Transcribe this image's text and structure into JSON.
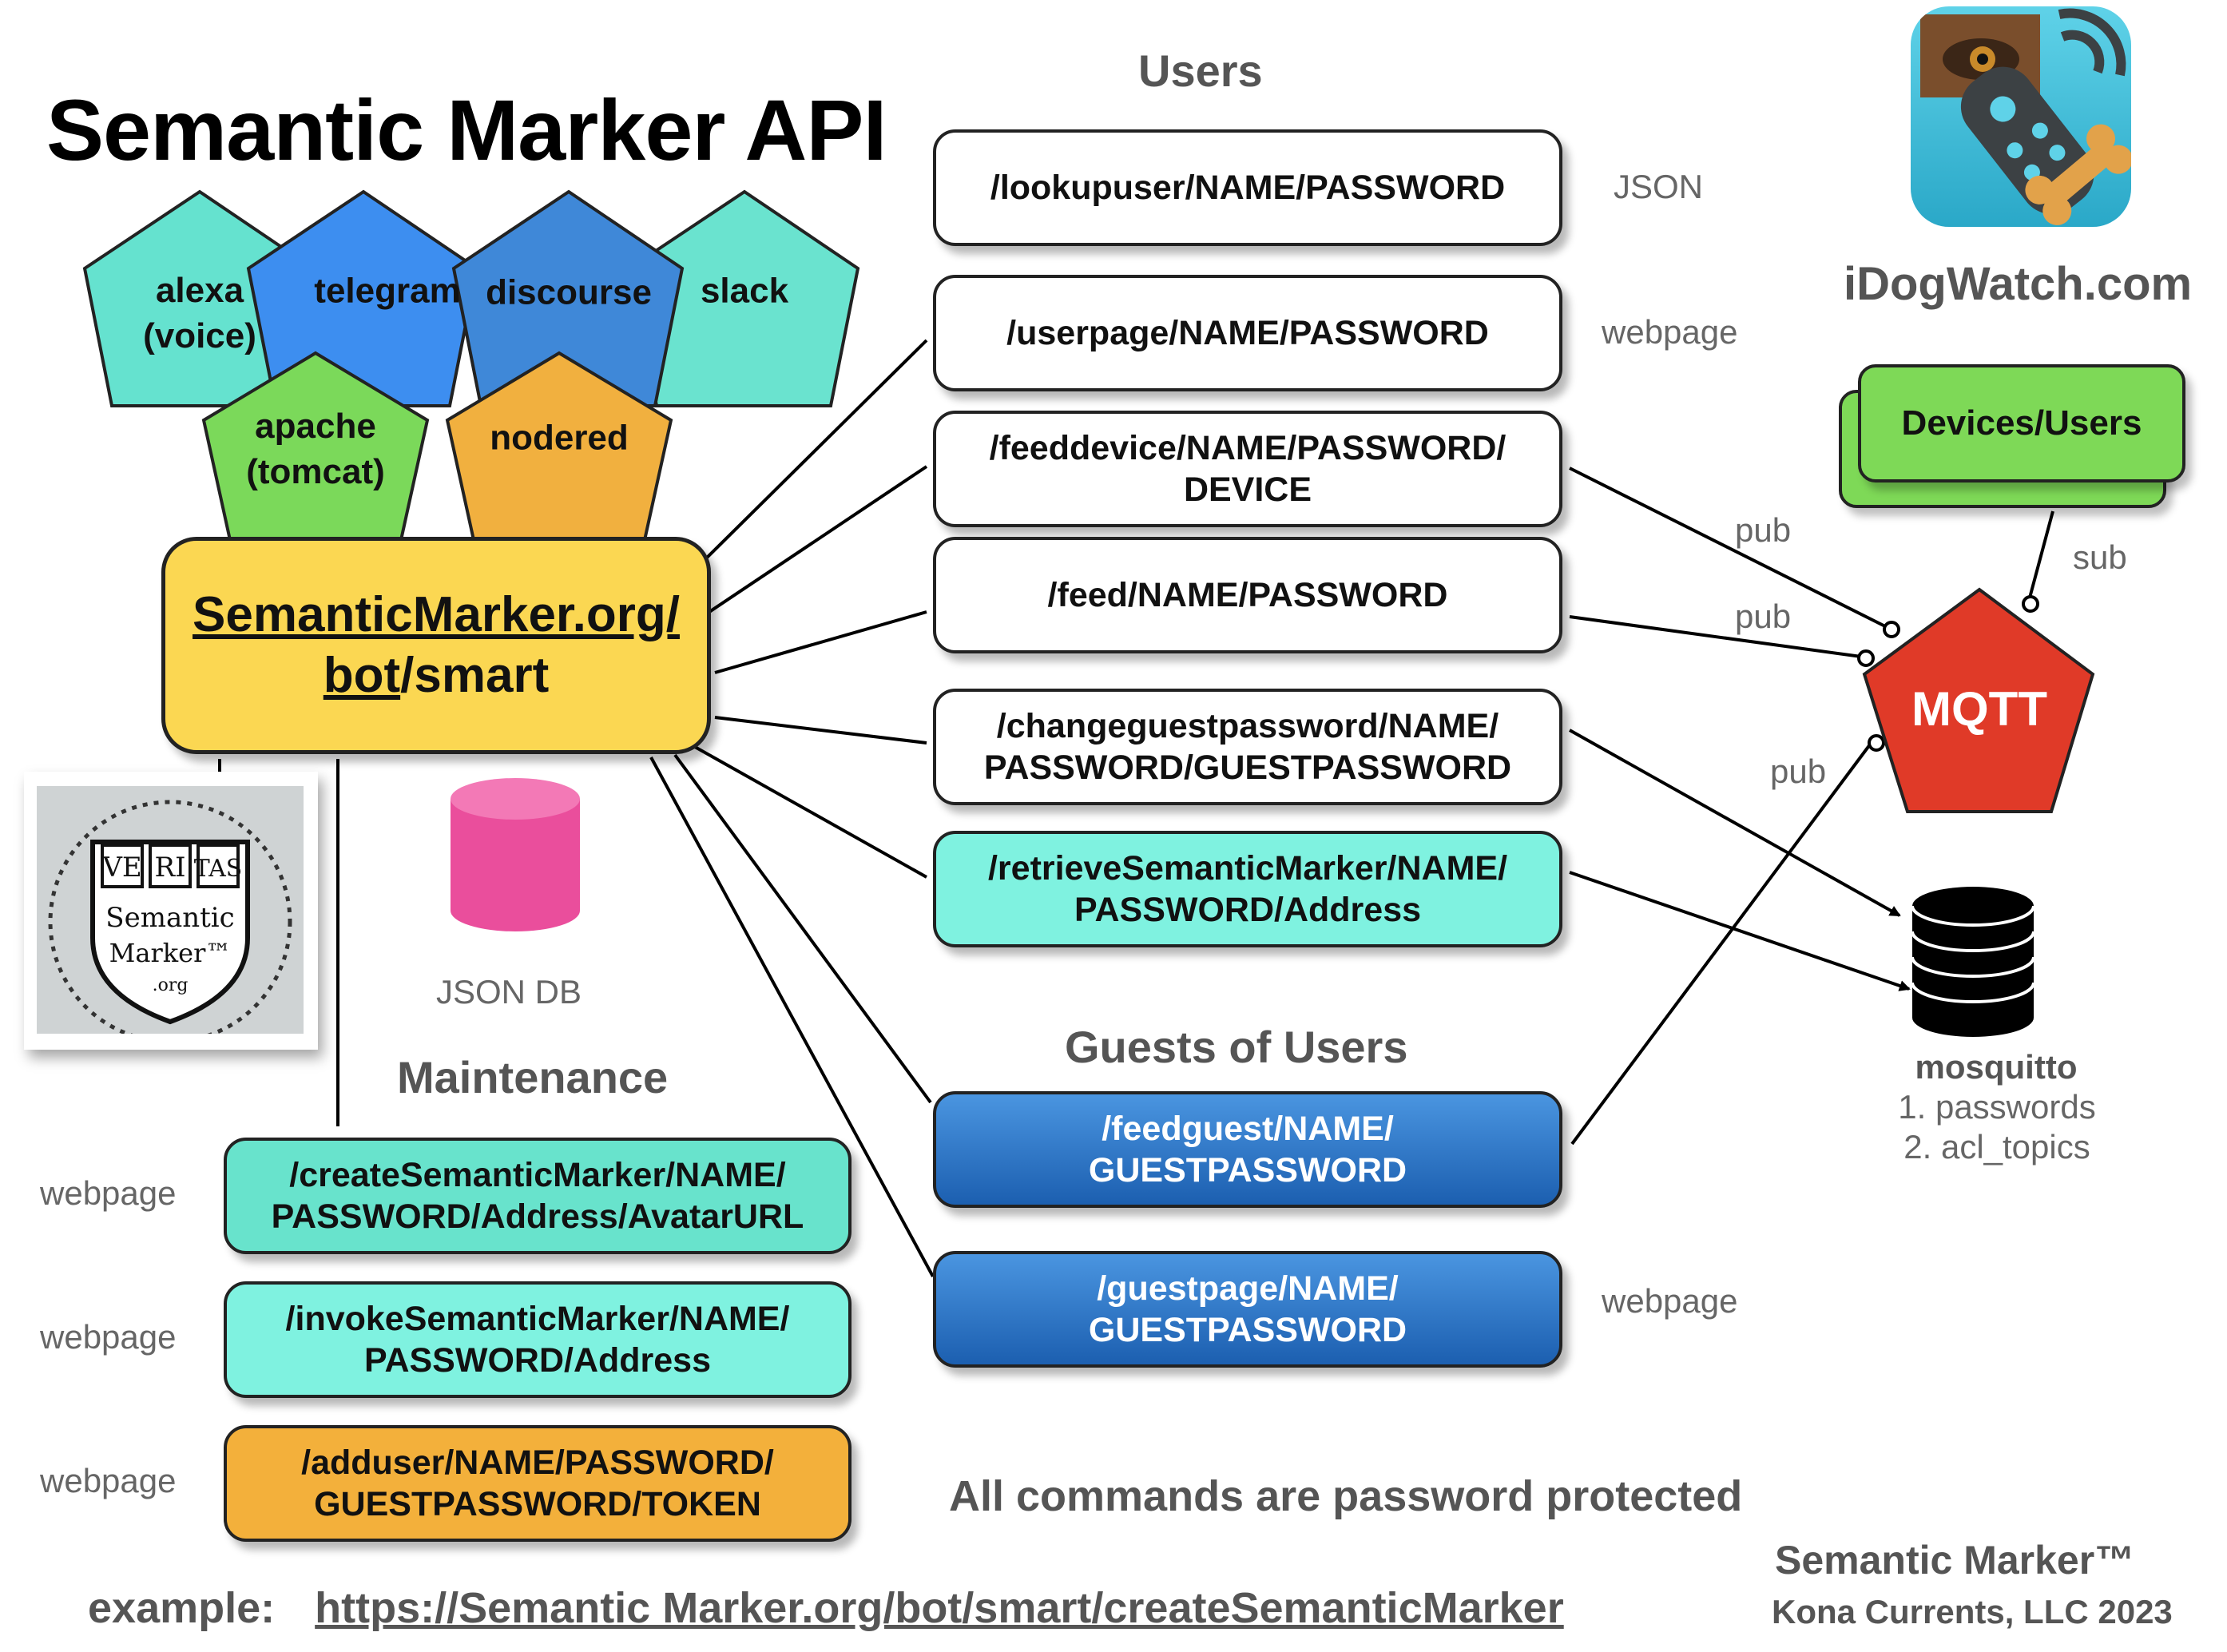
{
  "title": "Semantic Marker API",
  "sections": {
    "users": "Users",
    "guests": "Guests of Users",
    "maintenance": "Maintenance"
  },
  "platforms": [
    {
      "label": "alexa\n(voice)",
      "color": "#65e2cf"
    },
    {
      "label": "telegram",
      "color": "#3d8ef0"
    },
    {
      "label": "discourse",
      "color": "#3f88d8"
    },
    {
      "label": "slack",
      "color": "#6ae3cf"
    },
    {
      "label": "apache\n(tomcat)",
      "color": "#7bd95a"
    },
    {
      "label": "nodered",
      "color": "#f1b03f"
    }
  ],
  "bot": {
    "line1": "SemanticMarker.org/",
    "line2_link": "bot",
    "line2_rest": "/smart"
  },
  "user_commands": [
    {
      "label": "/lookupuser/NAME/PASSWORD",
      "note": "JSON"
    },
    {
      "label": "/userpage/NAME/PASSWORD",
      "note": "webpage"
    },
    {
      "label": "/feeddevice/NAME/PASSWORD/\nDEVICE",
      "note": ""
    },
    {
      "label": "/feed/NAME/PASSWORD",
      "note": ""
    },
    {
      "label": "/changeguestpassword/NAME/\nPASSWORD/GUESTPASSWORD",
      "note": ""
    },
    {
      "label": "/retrieveSemanticMarker/NAME/\nPASSWORD/Address",
      "note": ""
    }
  ],
  "guest_commands": [
    {
      "label": "/feedguest/NAME/\nGUESTPASSWORD",
      "note": ""
    },
    {
      "label": "/guestpage/NAME/\nGUESTPASSWORD",
      "note": "webpage"
    }
  ],
  "maintenance_commands": [
    {
      "label": "/createSemanticMarker/NAME/\nPASSWORD/Address/AvatarURL",
      "note": "webpage"
    },
    {
      "label": "/invokeSemanticMarker/NAME/\nPASSWORD/Address",
      "note": "webpage"
    },
    {
      "label": "/adduser/NAME/PASSWORD/\nGUESTPASSWORD/TOKEN",
      "note": "webpage"
    }
  ],
  "json_db": "JSON DB",
  "mqtt": {
    "label": "MQTT",
    "color": "#e03a28"
  },
  "devices": "Devices/Users",
  "edge_labels": {
    "pub1": "pub",
    "pub2": "pub",
    "pub3": "pub",
    "sub": "sub"
  },
  "mosquitto": {
    "name": "mosquitto",
    "items": [
      "1. passwords",
      "2. acl_topics"
    ]
  },
  "brand": "iDogWatch.com",
  "logo": {
    "text": [
      "VE",
      "RI",
      "TAS",
      "Semantic",
      "Marker™",
      ".org"
    ]
  },
  "footer": {
    "protected": "All commands are password protected",
    "example_prefix": "example:",
    "example_url": "https://Semantic Marker.org/bot/smart/createSemanticMarker",
    "trademark": "Semantic Marker™",
    "company": "Kona Currents, LLC 2023"
  }
}
